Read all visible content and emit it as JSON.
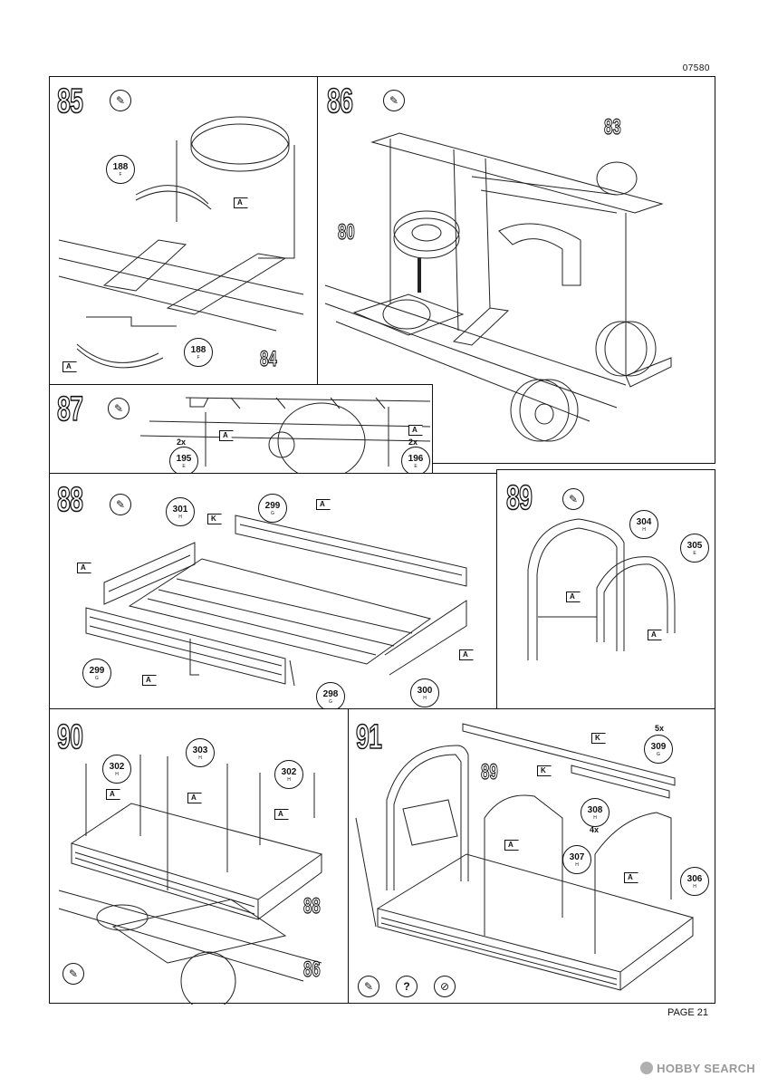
{
  "header": {
    "code": "07580"
  },
  "footer": {
    "page": "PAGE 21",
    "watermark": "HOBBY SEARCH"
  },
  "icons": {
    "glue": "glue-tube-icon",
    "question": "question-icon",
    "no_glue": "no-glue-icon"
  },
  "steps": {
    "s85": {
      "number": "85",
      "parts": [
        {
          "no": "188",
          "letter": "F"
        },
        {
          "no": "188",
          "letter": "F"
        }
      ],
      "flags": [
        "A",
        "A"
      ],
      "ref": "84"
    },
    "s86": {
      "number": "86",
      "refs": [
        "83",
        "80"
      ]
    },
    "s87": {
      "number": "87",
      "parts": [
        {
          "no": "195",
          "letter": "E"
        },
        {
          "no": "196",
          "letter": "E"
        }
      ],
      "qty": [
        "2x",
        "2x"
      ],
      "flags": [
        "A",
        "A"
      ]
    },
    "s88": {
      "number": "88",
      "parts": [
        {
          "no": "301",
          "letter": "H"
        },
        {
          "no": "299",
          "letter": "G"
        },
        {
          "no": "299",
          "letter": "G"
        },
        {
          "no": "298",
          "letter": "G"
        },
        {
          "no": "300",
          "letter": "H"
        }
      ],
      "flags": [
        "A",
        "K",
        "A",
        "A",
        "A"
      ]
    },
    "s89": {
      "number": "89",
      "parts": [
        {
          "no": "304",
          "letter": "H"
        },
        {
          "no": "305",
          "letter": "E"
        }
      ],
      "flags": [
        "A",
        "A"
      ]
    },
    "s90": {
      "number": "90",
      "parts": [
        {
          "no": "302",
          "letter": "H"
        },
        {
          "no": "303",
          "letter": "H"
        },
        {
          "no": "302",
          "letter": "H"
        }
      ],
      "flags": [
        "A",
        "A",
        "A"
      ],
      "refs": [
        "88",
        "86"
      ]
    },
    "s91": {
      "number": "91",
      "parts": [
        {
          "no": "309",
          "letter": "G"
        },
        {
          "no": "308",
          "letter": "H"
        },
        {
          "no": "307",
          "letter": "H"
        },
        {
          "no": "306",
          "letter": "H"
        }
      ],
      "qty": [
        "5x",
        "4x"
      ],
      "flags": [
        "K",
        "K",
        "A",
        "A"
      ],
      "ref": "89",
      "question": "?"
    }
  }
}
